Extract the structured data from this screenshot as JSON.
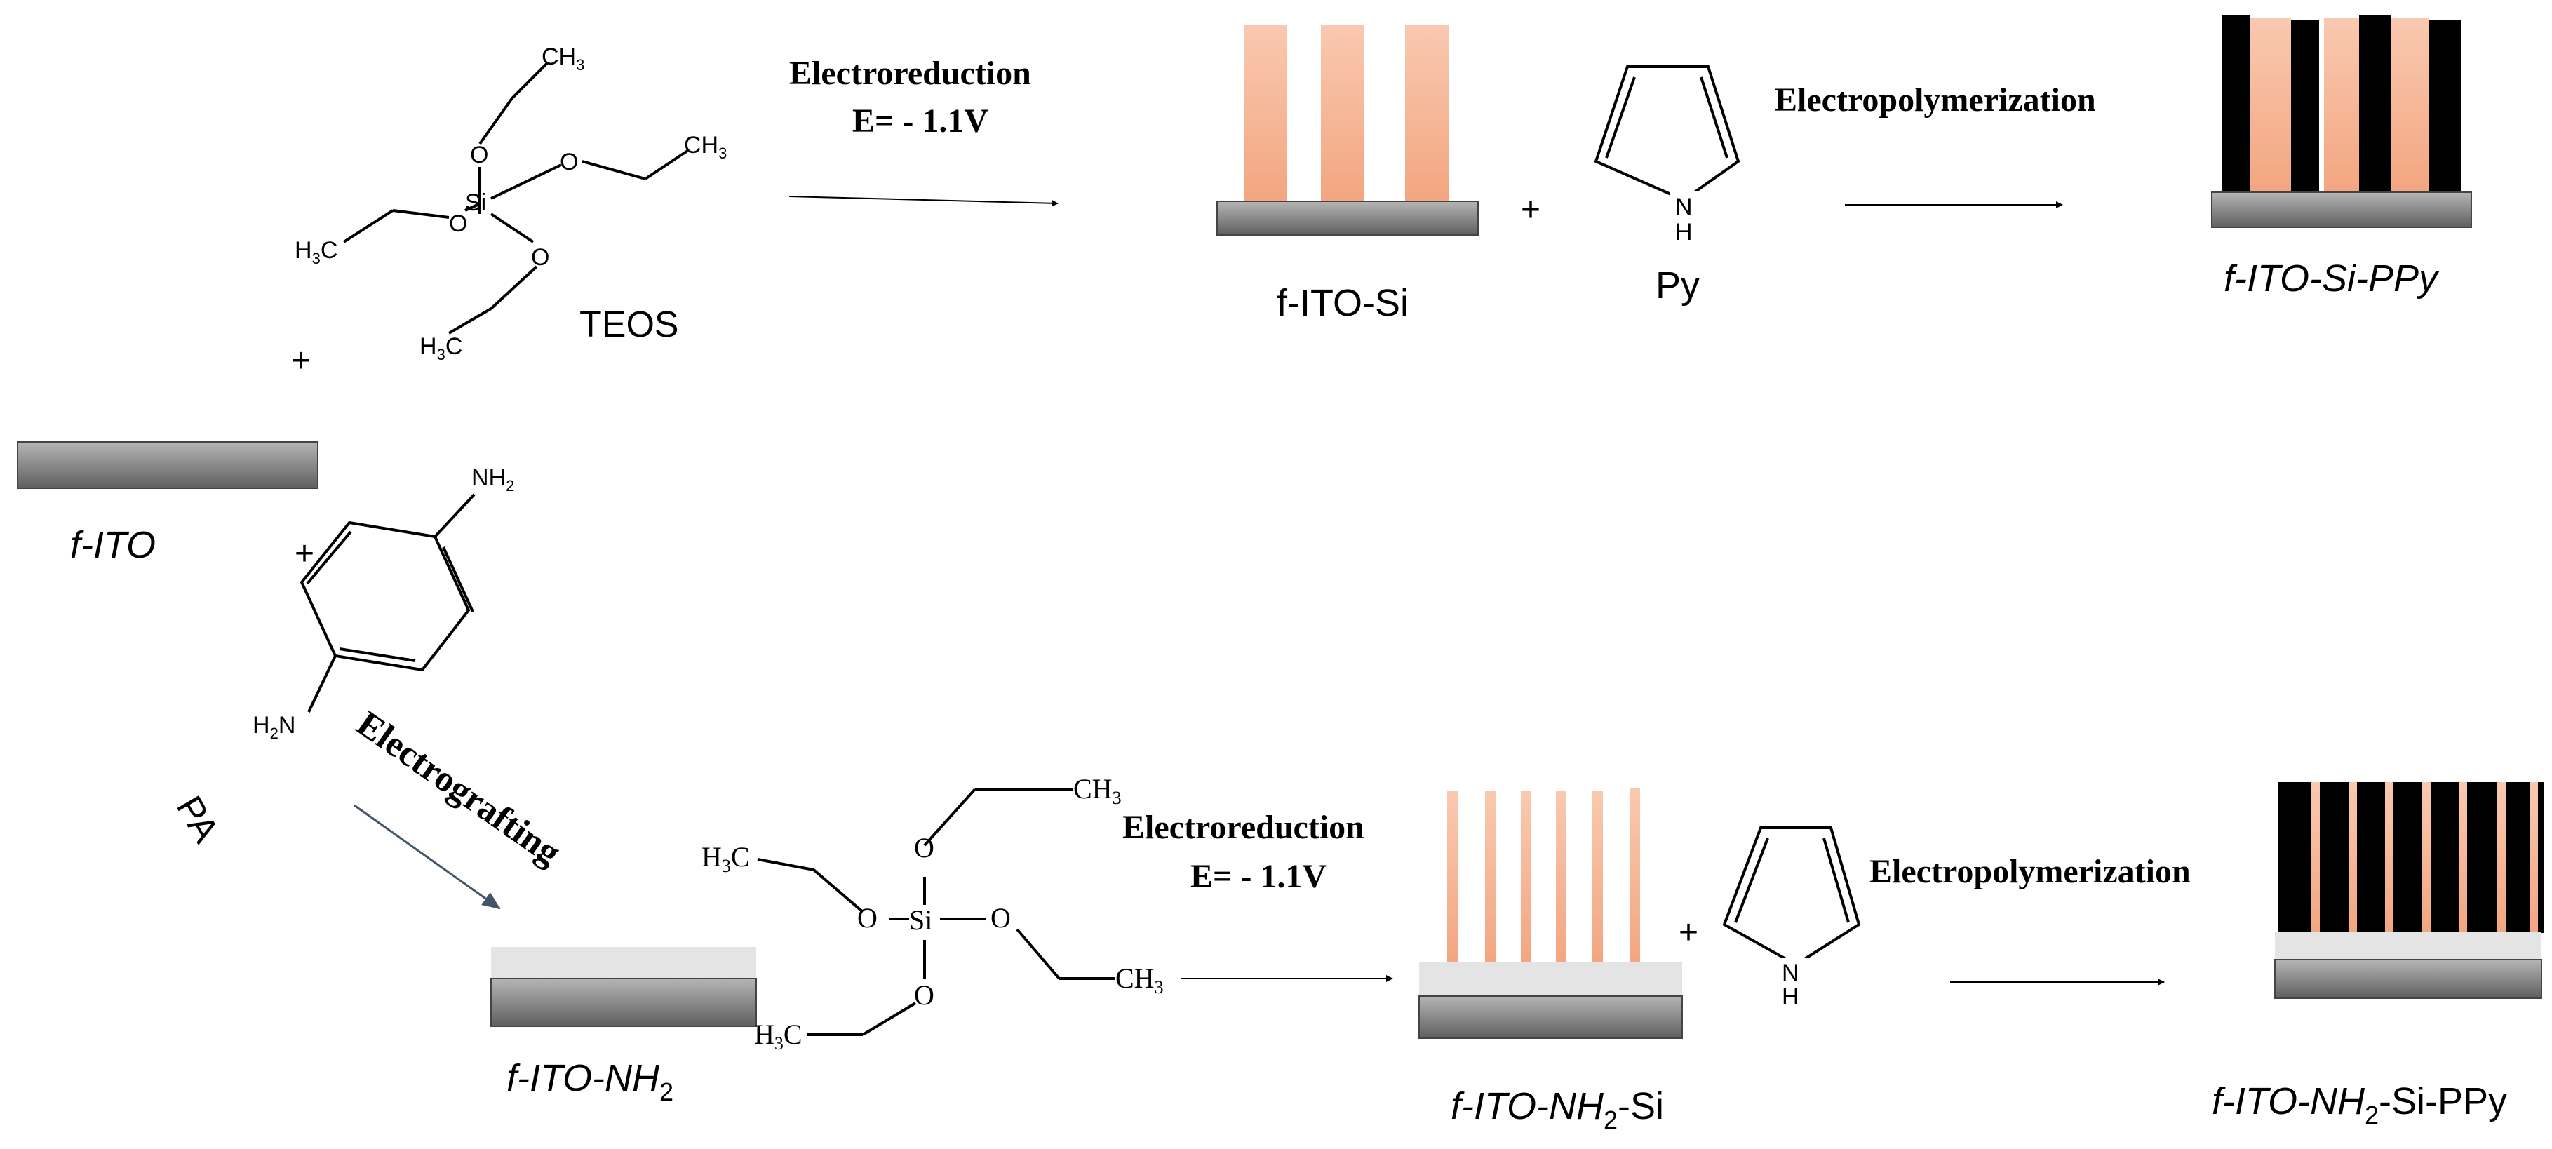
{
  "colors": {
    "substrate_dark": "#5f5f5f",
    "substrate_light": "#b5b5b5",
    "nh2_layer": "#e4e4e4",
    "silica_pillar": "#f3a580",
    "silica_pillar_light": "#f9c9b0",
    "polypyrrole": "#000000",
    "arrow_blue": "#44546a"
  },
  "labels": {
    "teos": "TEOS",
    "f_ito": "f-ITO",
    "pa": "PA",
    "f_ito_si": "f-ITO-Si",
    "py": "Py",
    "f_ito_si_ppy": "f-ITO-Si-PPy",
    "f_ito_nh2_prefix": "f-ITO-NH",
    "f_ito_nh2_si_prefix": "f-ITO-NH",
    "f_ito_nh2_si_suffix": "-Si",
    "f_ito_nh2_si_ppy_prefix": "f-ITO-NH",
    "f_ito_nh2_si_ppy_suffix": "-Si-PPy",
    "sub2": "2",
    "plus": "+"
  },
  "steps": {
    "electroreduction": "Electroreduction",
    "potential": "E= - 1.1V",
    "electropolymerization": "Electropolymerization",
    "electrografting": "Electrografting"
  },
  "atoms": {
    "si": "Si",
    "o": "O",
    "ch3": "CH",
    "h3c_h": "H",
    "h3c_c": "C",
    "three": "3",
    "nh2_n": "NH",
    "h2n_h": "H",
    "h2n_n": "N",
    "two": "2",
    "n": "N",
    "h": "H"
  }
}
